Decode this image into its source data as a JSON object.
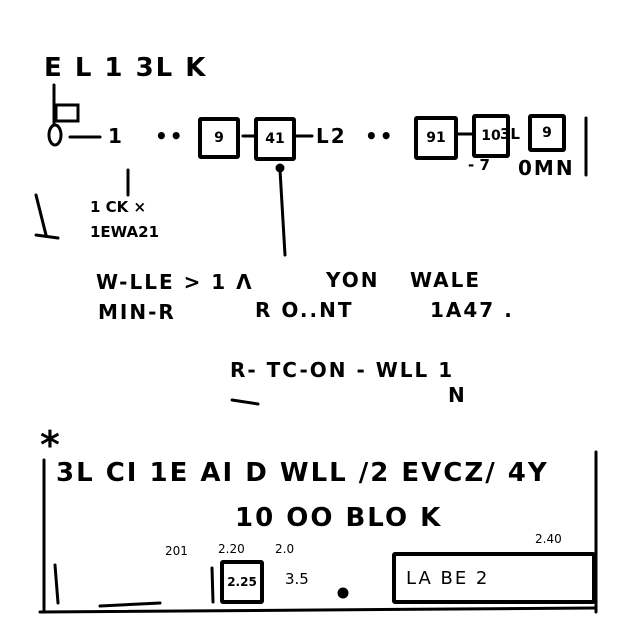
{
  "top": {
    "title": "E L 1 3L K",
    "start_num": "1",
    "nodes": [
      "9",
      "41",
      "91",
      "10",
      "9"
    ],
    "mid_label": "L2",
    "between_label": "3L",
    "bottom_right": "0MN",
    "dash_label": "- 7",
    "left_note": [
      "1 CK ×",
      "1EWA21"
    ],
    "ellipsis": "••"
  },
  "middle": {
    "row1": [
      "W-LLE > 1 Λ",
      "YON",
      "WALE"
    ],
    "row2": [
      "MIN-R",
      "R O..NT",
      "1A47 ."
    ],
    "row3": "R- TC-ON - WLL  1",
    "row3_sub": "N"
  },
  "panel": {
    "line1": "3L CI 1E AI D WLL /2 EVCZ/ 4Y",
    "line2": "10  OO BLO K",
    "ticks": [
      "201",
      "2.20",
      "2.0"
    ],
    "tick_right": "2.40",
    "selected": "2.25",
    "next_value": "3.5",
    "field_label": "LA  BE  2"
  }
}
